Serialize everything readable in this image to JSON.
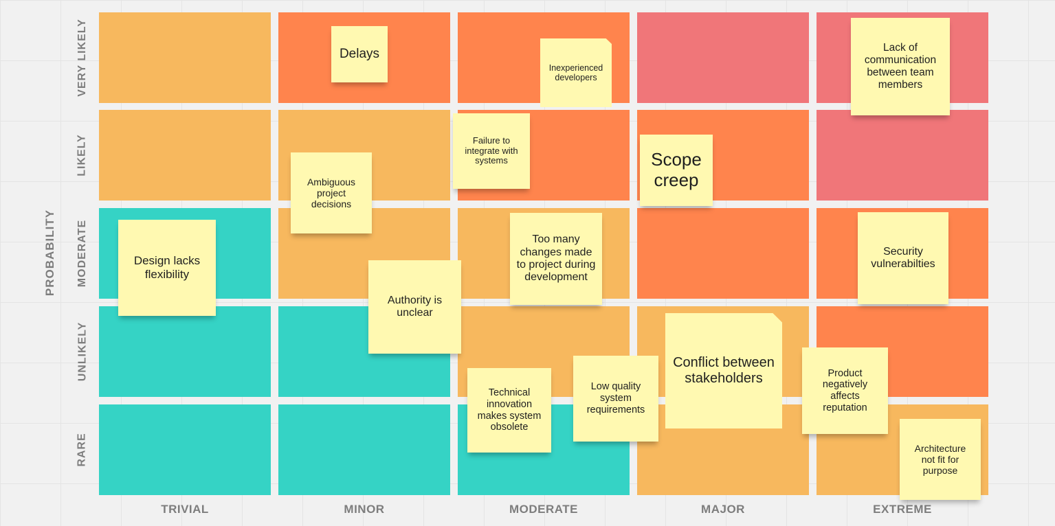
{
  "axis": {
    "probability": "PROBABILITY"
  },
  "rows": [
    "VERY LIKELY",
    "LIKELY",
    "MODERATE",
    "UNLIKELY",
    "RARE"
  ],
  "columns": [
    "TRIVIAL",
    "MINOR",
    "MODERATE",
    "MAJOR",
    "EXTREME"
  ],
  "colors": {
    "teal": "#35d3c5",
    "amber": "#f7b85e",
    "orange": "#ff844d",
    "red": "#f07679",
    "sticky": "#fff9b1"
  },
  "matrix": [
    [
      "amber",
      "orange",
      "orange",
      "red",
      "red"
    ],
    [
      "amber",
      "amber",
      "orange",
      "orange",
      "red"
    ],
    [
      "teal",
      "amber",
      "amber",
      "orange",
      "orange"
    ],
    [
      "teal",
      "teal",
      "amber",
      "amber",
      "orange"
    ],
    [
      "teal",
      "teal",
      "teal",
      "amber",
      "amber"
    ]
  ],
  "notes": {
    "delays": "Delays",
    "inexperienced": "Inexperienced developers",
    "lack_comm": "Lack of communication between team members",
    "failure_integrate": "Failure to integrate with systems",
    "scope_creep": "Scope creep",
    "ambiguous": "Ambiguous project decisions",
    "design_flex": "Design lacks flexibility",
    "too_many_changes": "Too many changes made to project during development",
    "security": "Security vulnerabilties",
    "authority": "Authority is unclear",
    "conflict": "Conflict between stakeholders",
    "low_quality": "Low quality system requirements",
    "tech_innovation": "Technical innovation makes system obsolete",
    "reputation": "Product negatively affects reputation",
    "architecture": "Architecture not fit for purpose"
  }
}
